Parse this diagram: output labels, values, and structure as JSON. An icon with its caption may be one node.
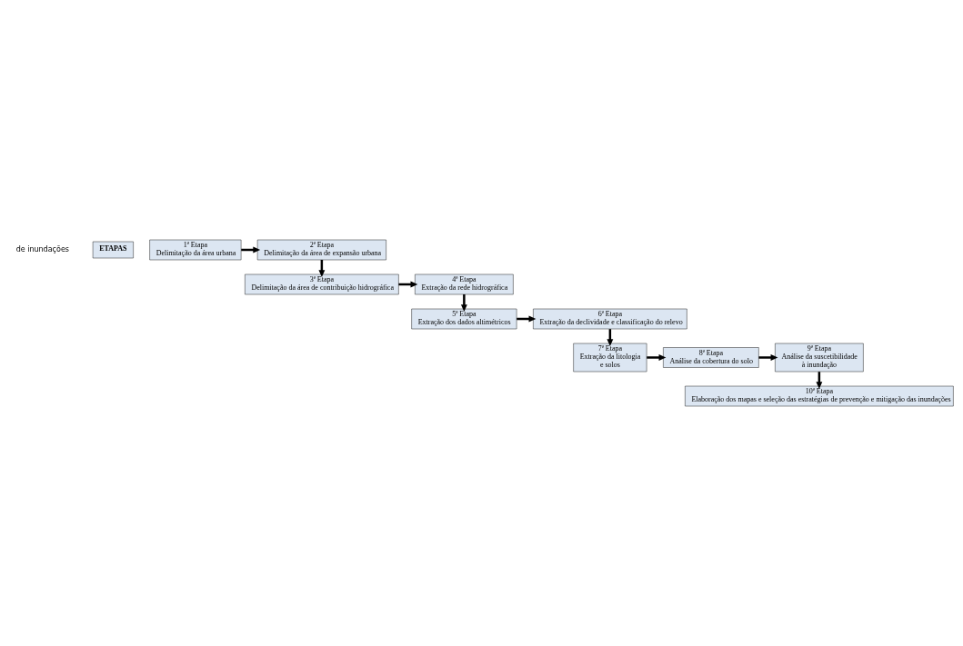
{
  "diagram": {
    "nodes": [
      {
        "text": [
          "ETAPAS"
        ]
      },
      {
        "text": [
          "1ª Etapa",
          "Delimitação da área urbana"
        ]
      },
      {
        "text": [
          "2ª Etapa",
          "Delimitação da área de expansão urbana"
        ]
      },
      {
        "text": [
          "3ª Etapa",
          "Delimitação da área de contribuição hidrográfica"
        ]
      },
      {
        "text": [
          "4ª Etapa",
          "Extração da rede hidrográfica"
        ]
      },
      {
        "text": [
          "5ª Etapa",
          "Extração dos dados altimétricos"
        ]
      },
      {
        "text": [
          "6ª Etapa",
          "Extração da declividade e classificação do relevo"
        ]
      },
      {
        "text": [
          "7ª Etapa",
          "Extração da litologia e solos"
        ]
      },
      {
        "text": [
          "8ª Etapa",
          "Análise da cobertura do solo"
        ]
      },
      {
        "text": [
          "9ª Etapa",
          "Análise da suscetibilidade à inundação"
        ]
      },
      {
        "text": [
          "10ª Etapa",
          "Elaboração dos mapas e seleção das estratégias de prevenção e mitigação das inundações"
        ]
      }
    ],
    "edges": [
      {
        "from": 1,
        "to": 2,
        "arrow": "to"
      },
      {
        "from": 2,
        "to": 3,
        "arrow": "to"
      },
      {
        "from": 3,
        "to": 4,
        "arrow": "to"
      },
      {
        "from": 4,
        "to": 5,
        "arrow": "to"
      },
      {
        "from": 5,
        "to": 6,
        "arrow": "to"
      },
      {
        "from": 6,
        "to": 7,
        "arrow": "to"
      },
      {
        "from": 7,
        "to": 8,
        "arrow": "to"
      },
      {
        "from": 8,
        "to": 9,
        "arrow": "to"
      },
      {
        "from": 9,
        "to": 10,
        "arrow": "to"
      }
    ],
    "labels": [
      "de inundações"
    ]
  }
}
